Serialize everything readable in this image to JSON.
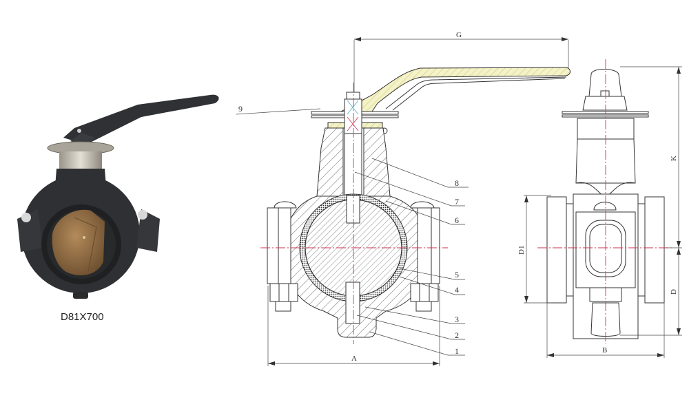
{
  "product": {
    "model_caption": "D81X700",
    "photo_alt": "Grooved-end butterfly valve with lever handle (black ductile iron body, bronze disc)"
  },
  "colors": {
    "body_dark": "#2e3033",
    "disc_bronze": "#9a7448",
    "centerline": "#d03050",
    "line": "#333333",
    "handle_hatch": "#f2f0c0",
    "seat_blue": "#7ec8d8"
  },
  "section_view": {
    "part_numbers": [
      "9",
      "8",
      "7",
      "6",
      "5",
      "4",
      "3",
      "2",
      "1"
    ],
    "dimensions": {
      "handle_length": "G",
      "overall_width": "A"
    }
  },
  "side_view": {
    "dimensions": {
      "pipe_outer_diameter": "D1",
      "face_to_face": "B",
      "height_above_center": "K",
      "height_below_center": "D"
    }
  }
}
